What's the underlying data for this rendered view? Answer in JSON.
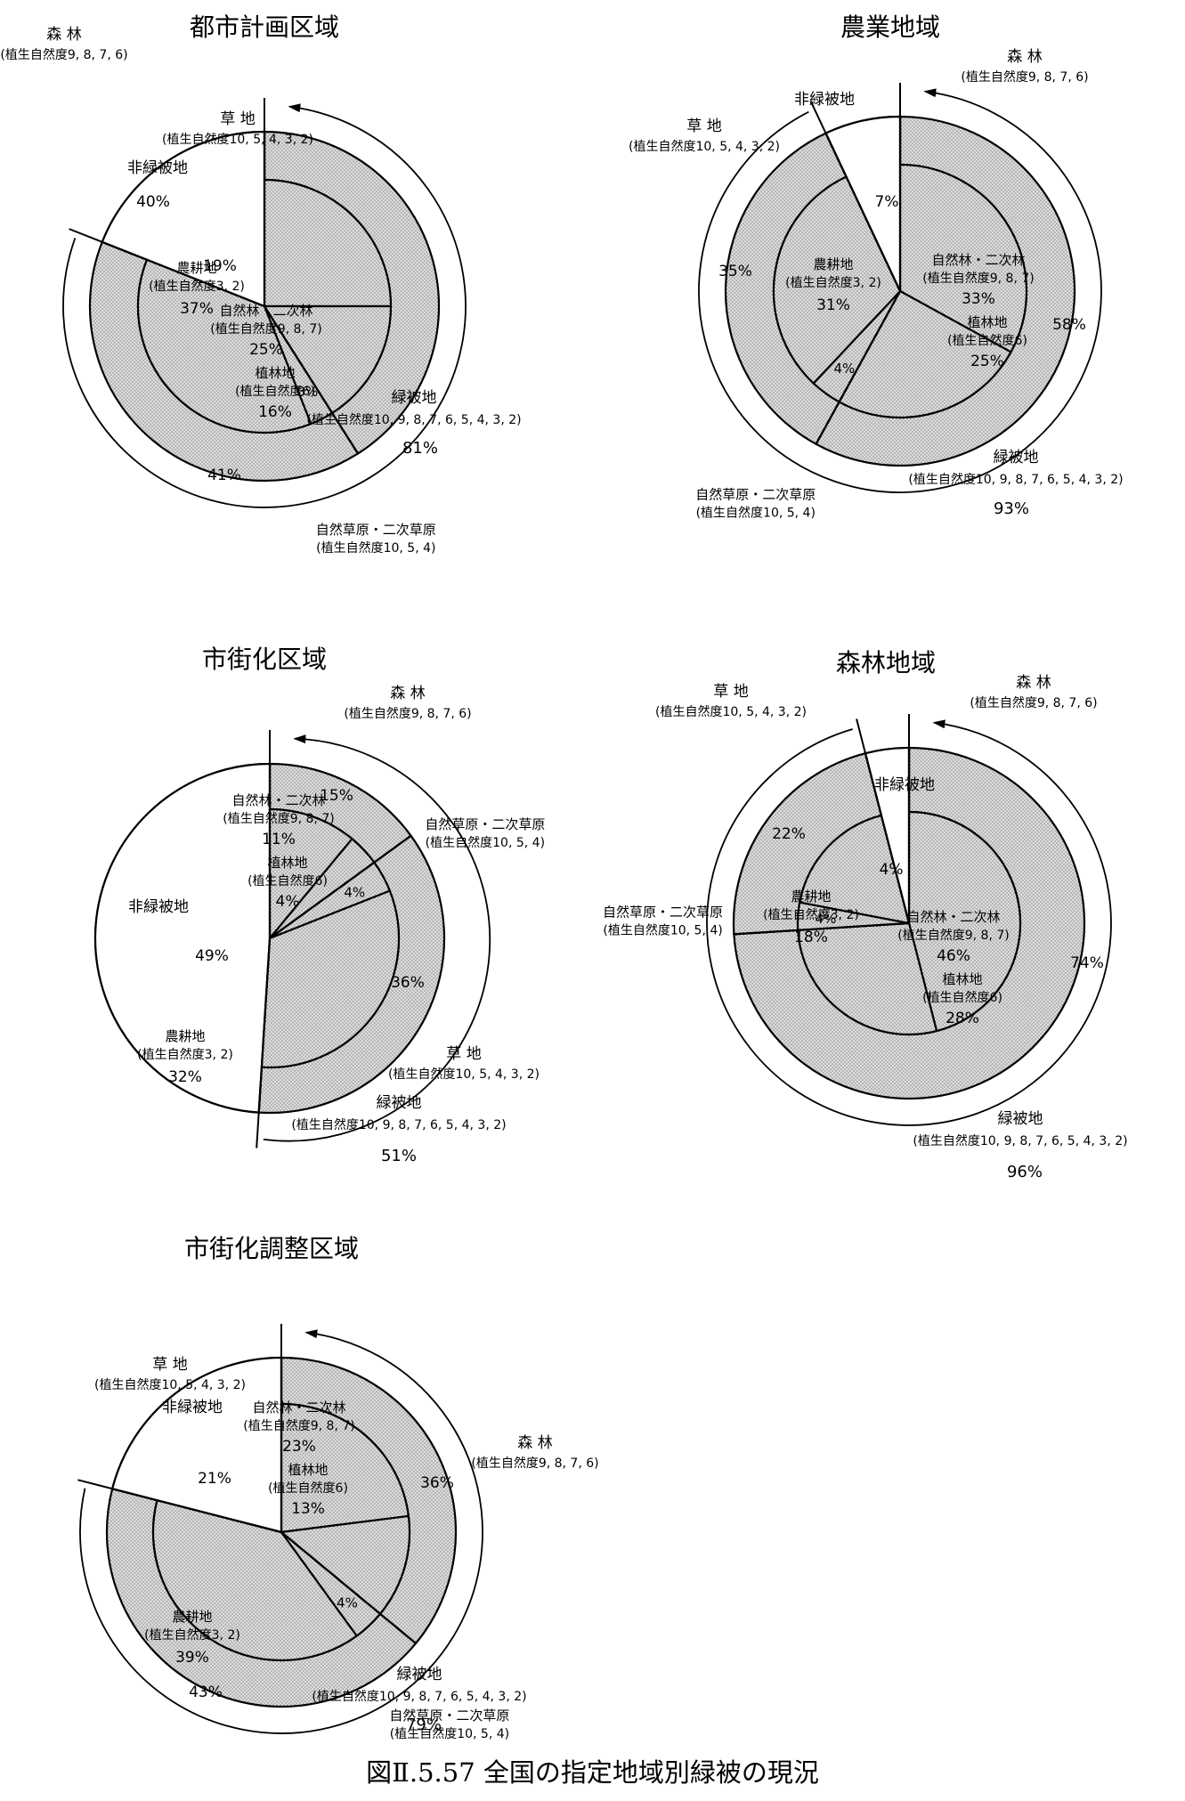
{
  "caption": "図Ⅱ.5.57 全国の指定地域別緑被の現況",
  "colors": {
    "green_fill": "#d4d4d4",
    "nongreen_fill": "#ffffff",
    "line": "#000000"
  },
  "chart_data": [
    {
      "type": "pie",
      "title": "都市計画区域",
      "outer_ring": [
        {
          "label": "森 林",
          "sub": "(植生自然度9, 8, 7, 6)",
          "value": 41,
          "value_label": "41%"
        },
        {
          "label": "草 地",
          "sub": "(植生自然度10, 5, 4, 3, 2)",
          "value": 40,
          "value_label": "40%"
        },
        {
          "label": "非緑被地",
          "value": 19,
          "value_label": "19%"
        }
      ],
      "inner_ring": [
        {
          "label": "自然林・二次林",
          "sub": "(植生自然度9, 8, 7)",
          "value": 25,
          "value_label": "25%"
        },
        {
          "label": "植林地",
          "sub": "(植生自然度6)",
          "value": 16,
          "value_label": "16%"
        },
        {
          "label": "自然草原・二次草原",
          "sub": "(植生自然度10, 5, 4)",
          "value": 3,
          "value_label": "3%"
        },
        {
          "label": "農耕地",
          "sub": "(植生自然度3, 2)",
          "value": 37,
          "value_label": "37%"
        }
      ],
      "total": {
        "label": "緑被地",
        "sub": "(植生自然度10, 9, 8, 7, 6, 5, 4, 3, 2)",
        "value": 81,
        "value_label": "81%"
      }
    },
    {
      "type": "pie",
      "title": "農業地域",
      "outer_ring": [
        {
          "label": "森 林",
          "sub": "(植生自然度9, 8, 7, 6)",
          "value": 58,
          "value_label": "58%"
        },
        {
          "label": "草 地",
          "sub": "(植生自然度10, 5, 4, 3, 2)",
          "value": 35,
          "value_label": "35%"
        },
        {
          "label": "非緑被地",
          "value": 7,
          "value_label": "7%"
        }
      ],
      "inner_ring": [
        {
          "label": "自然林・二次林",
          "sub": "(植生自然度9, 8, 7)",
          "value": 33,
          "value_label": "33%"
        },
        {
          "label": "植林地",
          "sub": "(植生自然度6)",
          "value": 25,
          "value_label": "25%"
        },
        {
          "label": "自然草原・二次草原",
          "sub": "(植生自然度10, 5, 4)",
          "value": 4,
          "value_label": "4%"
        },
        {
          "label": "農耕地",
          "sub": "(植生自然度3, 2)",
          "value": 31,
          "value_label": "31%"
        }
      ],
      "total": {
        "label": "緑被地",
        "sub": "(植生自然度10, 9, 8, 7, 6, 5, 4, 3, 2)",
        "value": 93,
        "value_label": "93%"
      }
    },
    {
      "type": "pie",
      "title": "市街化区域",
      "outer_ring": [
        {
          "label": "森 林",
          "sub": "(植生自然度9, 8, 7, 6)",
          "value": 15,
          "value_label": "15%"
        },
        {
          "label": "草 地",
          "sub": "(植生自然度10, 5, 4, 3, 2)",
          "value": 36,
          "value_label": "36%"
        },
        {
          "label": "非緑被地",
          "value": 49,
          "value_label": "49%"
        }
      ],
      "inner_ring": [
        {
          "label": "自然林・二次林",
          "sub": "(植生自然度9, 8, 7)",
          "value": 11,
          "value_label": "11%"
        },
        {
          "label": "植林地",
          "sub": "(植生自然度6)",
          "value": 4,
          "value_label": "4%"
        },
        {
          "label": "自然草原・二次草原",
          "sub": "(植生自然度10, 5, 4)",
          "value": 4,
          "value_label": "4%"
        },
        {
          "label": "農耕地",
          "sub": "(植生自然度3, 2)",
          "value": 32,
          "value_label": "32%"
        }
      ],
      "total": {
        "label": "緑被地",
        "sub": "(植生自然度10, 9, 8, 7, 6, 5, 4, 3, 2)",
        "value": 51,
        "value_label": "51%"
      }
    },
    {
      "type": "pie",
      "title": "森林地域",
      "outer_ring": [
        {
          "label": "森 林",
          "sub": "(植生自然度9, 8, 7, 6)",
          "value": 74,
          "value_label": "74%"
        },
        {
          "label": "草 地",
          "sub": "(植生自然度10, 5, 4, 3, 2)",
          "value": 22,
          "value_label": "22%"
        },
        {
          "label": "非緑被地",
          "value": 4,
          "value_label": "4%"
        }
      ],
      "inner_ring": [
        {
          "label": "自然林・二次林",
          "sub": "(植生自然度9, 8, 7)",
          "value": 46,
          "value_label": "46%"
        },
        {
          "label": "植林地",
          "sub": "(植生自然度6)",
          "value": 28,
          "value_label": "28%"
        },
        {
          "label": "自然草原・二次草原",
          "sub": "(植生自然度10, 5, 4)",
          "value": 4,
          "value_label": "4%"
        },
        {
          "label": "農耕地",
          "sub": "(植生自然度3, 2)",
          "value": 18,
          "value_label": "18%"
        }
      ],
      "total": {
        "label": "緑被地",
        "sub": "(植生自然度10, 9, 8, 7, 6, 5, 4, 3, 2)",
        "value": 96,
        "value_label": "96%"
      }
    },
    {
      "type": "pie",
      "title": "市街化調整区域",
      "outer_ring": [
        {
          "label": "森 林",
          "sub": "(植生自然度9, 8, 7, 6)",
          "value": 36,
          "value_label": "36%"
        },
        {
          "label": "草 地",
          "sub": "(植生自然度10, 5, 4, 3, 2)",
          "value": 43,
          "value_label": "43%"
        },
        {
          "label": "非緑被地",
          "value": 21,
          "value_label": "21%"
        }
      ],
      "inner_ring": [
        {
          "label": "自然林・二次林",
          "sub": "(植生自然度9, 8, 7)",
          "value": 23,
          "value_label": "23%"
        },
        {
          "label": "植林地",
          "sub": "(植生自然度6)",
          "value": 13,
          "value_label": "13%"
        },
        {
          "label": "自然草原・二次草原",
          "sub": "(植生自然度10, 5, 4)",
          "value": 4,
          "value_label": "4%"
        },
        {
          "label": "農耕地",
          "sub": "(植生自然度3, 2)",
          "value": 39,
          "value_label": "39%"
        }
      ],
      "total": {
        "label": "緑被地",
        "sub": "(植生自然度10, 9, 8, 7, 6, 5, 4, 3, 2)",
        "value": 79,
        "value_label": "79%"
      }
    }
  ]
}
